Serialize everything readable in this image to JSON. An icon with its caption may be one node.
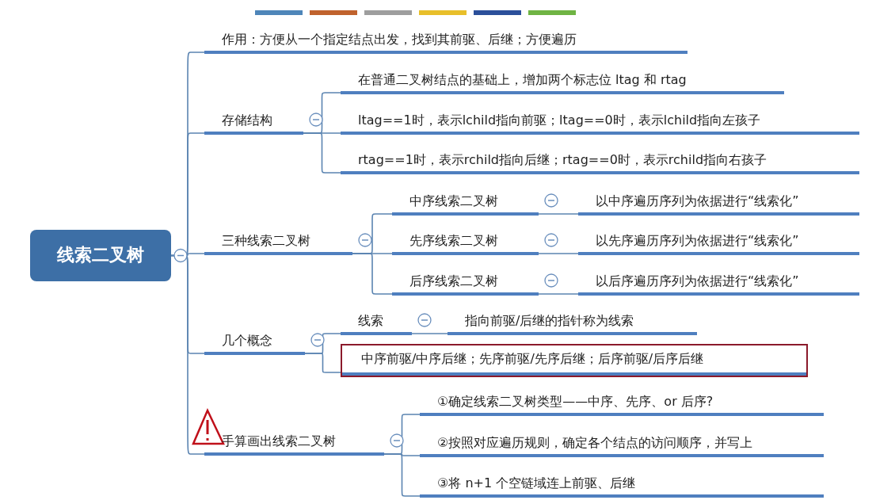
{
  "diagram": {
    "nodes": [
      {
        "text": [
          "线索二叉树"
        ]
      },
      {
        "text": [
          "作用：方便从一个指定结点出发，找到其前驱、后继；方便遍历"
        ]
      },
      {
        "text": [
          "存储结构"
        ]
      },
      {
        "text": [
          "在普通二叉树结点的基础上，增加两个标志位 ltag 和 rtag"
        ]
      },
      {
        "text": [
          "ltag==1时，表示lchild指向前驱；ltag==0时，表示lchild指向左孩子"
        ]
      },
      {
        "text": [
          "rtag==1时，表示rchild指向后继；rtag==0时，表示rchild指向右孩子"
        ]
      },
      {
        "text": [
          "三种线索二叉树"
        ]
      },
      {
        "text": [
          "中序线索二叉树"
        ]
      },
      {
        "text": [
          "以中序遍历序列为依据进行“线索化”"
        ]
      },
      {
        "text": [
          "先序线索二叉树"
        ]
      },
      {
        "text": [
          "以先序遍历序列为依据进行“线索化”"
        ]
      },
      {
        "text": [
          "后序线索二叉树"
        ]
      },
      {
        "text": [
          "以后序遍历序列为依据进行“线索化”"
        ]
      },
      {
        "text": [
          "几个概念"
        ]
      },
      {
        "text": [
          "线索"
        ]
      },
      {
        "text": [
          "指向前驱/后继的指针称为线索"
        ]
      },
      {
        "text": [
          "中序前驱/中序后继；先序前驱/先序后继；后序前驱/后序后继"
        ]
      },
      {
        "text": [
          "手算画出线索二叉树"
        ]
      },
      {
        "text": [
          "①确定线索二叉树类型——中序、先序、or 后序?"
        ]
      },
      {
        "text": [
          "②按照对应遍历规则，确定各个结点的访问顺序，并写上"
        ]
      },
      {
        "text": [
          "③将 n+1 个空链域连上前驱、后继"
        ]
      }
    ],
    "edges": [
      {
        "from": 0,
        "to": 1,
        "arrow": "none"
      },
      {
        "from": 0,
        "to": 2,
        "arrow": "none"
      },
      {
        "from": 0,
        "to": 6,
        "arrow": "none"
      },
      {
        "from": 0,
        "to": 13,
        "arrow": "none"
      },
      {
        "from": 0,
        "to": 17,
        "arrow": "none"
      },
      {
        "from": 2,
        "to": 3,
        "arrow": "none"
      },
      {
        "from": 2,
        "to": 4,
        "arrow": "none"
      },
      {
        "from": 2,
        "to": 5,
        "arrow": "none"
      },
      {
        "from": 6,
        "to": 7,
        "arrow": "none"
      },
      {
        "from": 6,
        "to": 9,
        "arrow": "none"
      },
      {
        "from": 6,
        "to": 11,
        "arrow": "none"
      },
      {
        "from": 7,
        "to": 8,
        "arrow": "none"
      },
      {
        "from": 9,
        "to": 10,
        "arrow": "none"
      },
      {
        "from": 11,
        "to": 12,
        "arrow": "none"
      },
      {
        "from": 13,
        "to": 14,
        "arrow": "none"
      },
      {
        "from": 13,
        "to": 16,
        "arrow": "none"
      },
      {
        "from": 14,
        "to": 15,
        "arrow": "none"
      },
      {
        "from": 17,
        "to": 18,
        "arrow": "none"
      },
      {
        "from": 17,
        "to": 19,
        "arrow": "none"
      },
      {
        "from": 17,
        "to": 20,
        "arrow": "none"
      }
    ]
  }
}
